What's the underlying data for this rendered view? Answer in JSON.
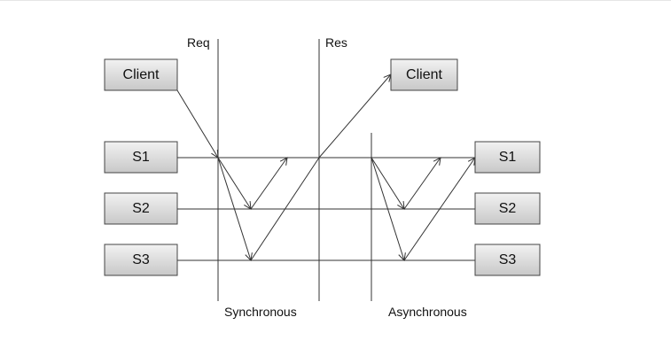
{
  "labels": {
    "req": "Req",
    "res": "Res",
    "synchronous": "Synchronous",
    "asynchronous": "Asynchronous"
  },
  "nodes": {
    "client_left": "Client",
    "client_right": "Client",
    "s1_left": "S1",
    "s2_left": "S2",
    "s3_left": "S3",
    "s1_right": "S1",
    "s2_right": "S2",
    "s3_right": "S3"
  },
  "colors": {
    "box_top": "#f2f2f2",
    "box_bottom": "#c8c8c8",
    "line": "#333333"
  }
}
